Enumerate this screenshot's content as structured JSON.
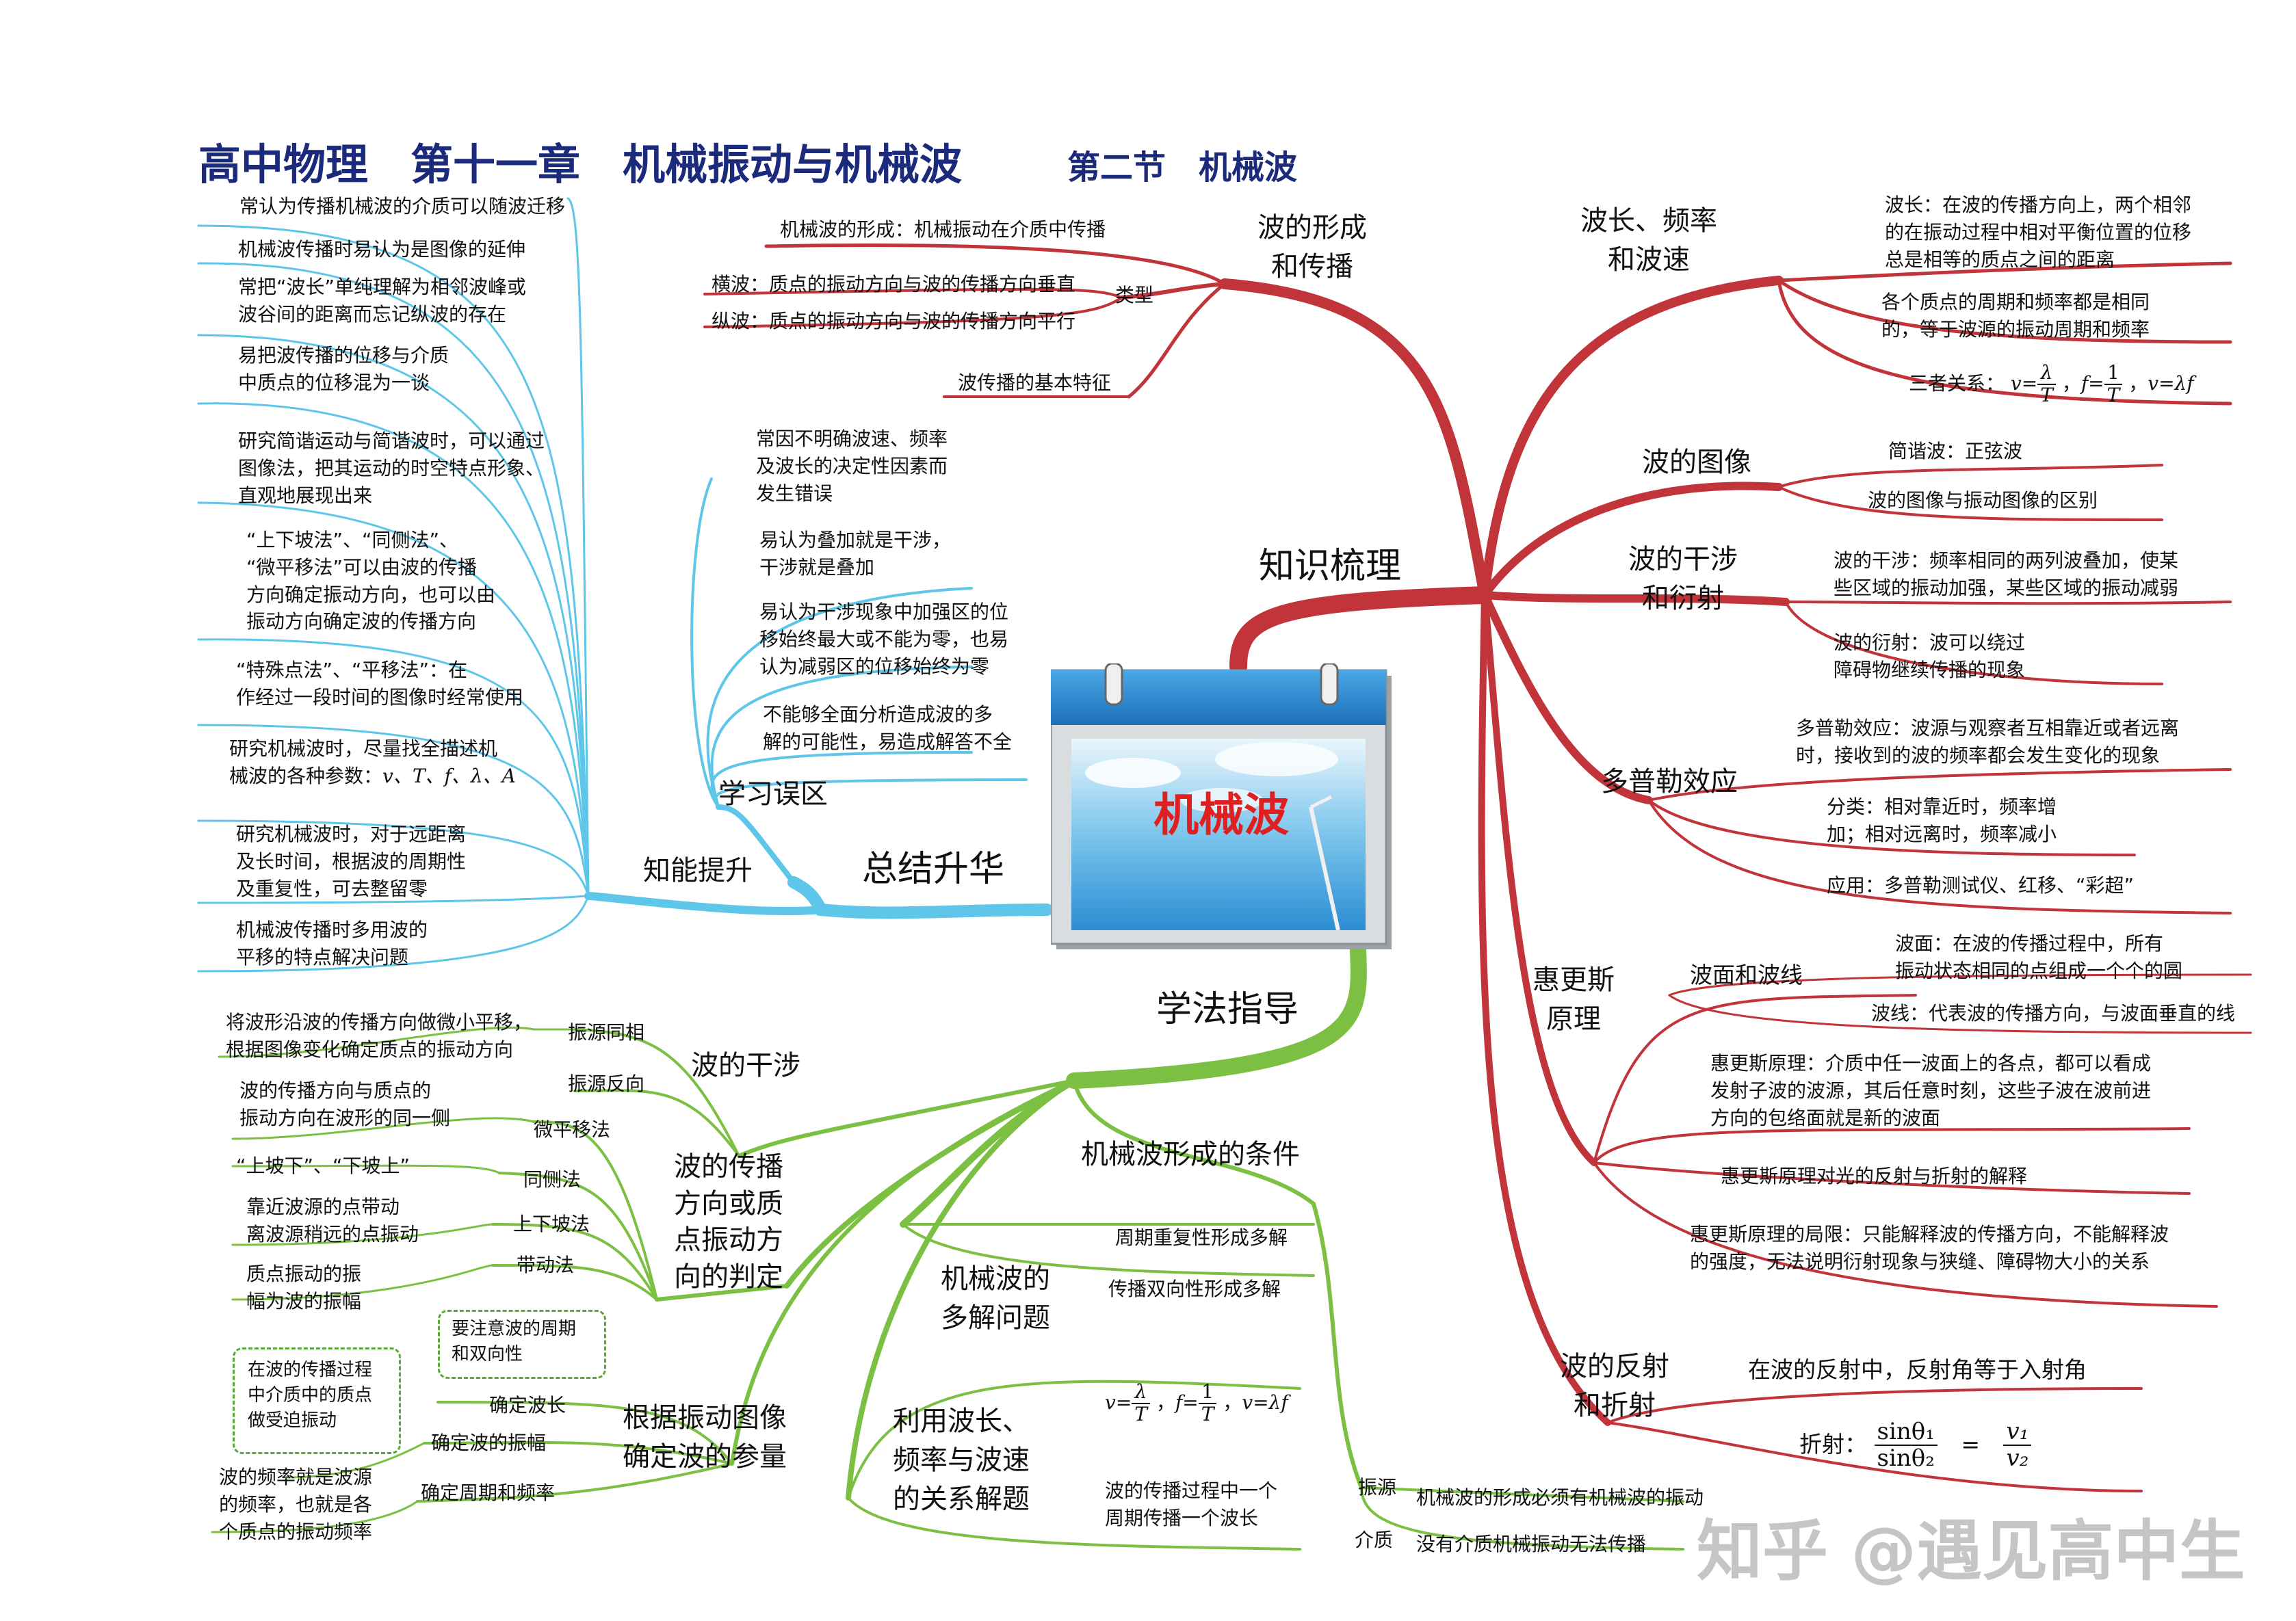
{
  "title": {
    "main": "高中物理　第十一章　机械振动与机械波",
    "section": "第二节　机械波"
  },
  "center": {
    "label": "机械波"
  },
  "hubs": {
    "knowledge": "知识梳理",
    "method": "学法指导",
    "summary": "总结升华"
  },
  "knowledge": {
    "formation": {
      "label": "波的形成\n和传播",
      "formation_item": "机械波的形成：机械振动在介质中传播",
      "type_label": "类型",
      "transverse": "横波：质点的振动方向与波的传播方向垂直",
      "longitudinal": "纵波：质点的振动方向与波的传播方向平行",
      "basic": "波传播的基本特征"
    },
    "wavelength": {
      "label": "波长、频率\n和波速",
      "def": "波长：在波的传播方向上，两个相邻\n的在振动过程中相对平衡位置的位移\n总是相等的质点之间的距离",
      "period": "各个质点的周期和频率都是相同\n的，等于波源的振动周期和频率",
      "relation_prefix": "三者关系："
    },
    "image": {
      "label": "波的图像",
      "simple": "简谐波：正弦波",
      "diff": "波的图像与振动图像的区别"
    },
    "interference": {
      "label": "波的干涉\n和衍射",
      "interf": "波的干涉：频率相同的两列波叠加，使某\n些区域的振动加强，某些区域的振动减弱",
      "diff": "波的衍射：波可以绕过\n障碍物继续传播的现象"
    },
    "doppler": {
      "label": "多普勒效应",
      "def": "多普勒效应：波源与观察者互相靠近或者远离\n时，接收到的波的频率都会发生变化的现象",
      "class": "分类：相对靠近时，频率增\n加；相对远离时，频率减小",
      "app": "应用：多普勒测试仪、红移、“彩超”"
    },
    "huygens": {
      "label": "惠更斯\n原理",
      "surface_label": "波面和波线",
      "surface": "波面：在波的传播过程中，所有\n振动状态相同的点组成一个个的圆",
      "ray": "波线：代表波的传播方向，与波面垂直的线",
      "principle": "惠更斯原理：介质中任一波面上的各点，都可以看成\n发射子波的波源，其后任意时刻，这些子波在波前进\n方向的包络面就是新的波面",
      "explain": "惠更斯原理对光的反射与折射的解释",
      "limit": "惠更斯原理的局限：只能解释波的传播方向，不能解释波\n的强度，无法说明衍射现象与狭缝、障碍物大小的关系"
    },
    "reflection": {
      "label": "波的反射\n和折射",
      "reflect": "在波的反射中，反射角等于入射角",
      "refract_prefix": "折射："
    }
  },
  "method": {
    "conditions": {
      "label": "机械波形成的条件",
      "source_tag": "振源",
      "source": "机械波的形成必须有机械波的振动",
      "medium_tag": "介质",
      "medium": "没有介质机械振动无法传播"
    },
    "multi": {
      "label": "机械波的\n多解问题",
      "periodic": "周期重复性形成多解",
      "bidirectional": "传播双向性形成多解"
    },
    "relation": {
      "label": "利用波长、\n频率与波速\n的关系解题",
      "oneperiod": "波的传播过程中一个\n周期传播一个波长"
    },
    "vibration_image": {
      "label": "根据振动图像\n确定波的参量",
      "wavelength": "确定波长",
      "amplitude": "确定波的振幅",
      "freq": "确定周期和频率",
      "note_period": "要注意波的周期\n和双向性",
      "note_forced": "在波的传播过程\n中介质中的质点\n做受迫振动",
      "amp_desc": "质点振动的振\n幅为波的振幅",
      "freq_desc": "波的频率就是波源\n的频率，也就是各\n个质点的振动频率"
    },
    "direction": {
      "label": "波的传播\n方向或质\n点振动方\n向的判定",
      "shift": "微平移法",
      "same_side": "同侧法",
      "slope": "上下坡法",
      "drive": "带动法",
      "shift_desc": "将波形沿波的传播方向做微小平移，\n根据图像变化确定质点的振动方向",
      "same_side_desc": "波的传播方向与质点的\n振动方向在波形的同一侧",
      "slope_desc": "“上坡下”、“下坡上”",
      "drive_desc": "靠近波源的点带动\n离波源稍远的点振动"
    },
    "interference": {
      "label": "波的干涉",
      "same": "振源同相",
      "opp": "振源反向"
    }
  },
  "summary": {
    "mistakes": {
      "label": "学习误区",
      "items": [
        "常因不明确波速、频率\n及波长的决定性因素而\n发生错误",
        "易认为叠加就是干涉，\n干涉就是叠加",
        "易认为干涉现象中加强区的位\n移始终最大或不能为零，也易\n认为减弱区的位移始终为零",
        "不能够全面分析造成波的多\n解的可能性，易造成解答不全"
      ]
    },
    "ability": {
      "label": "知能提升",
      "items": [
        "常认为传播机械波的介质可以随波迁移",
        "机械波传播时易认为是图像的延伸",
        "常把“波长”单纯理解为相邻波峰或\n波谷间的距离而忘记纵波的存在",
        "易把波传播的位移与介质\n中质点的位移混为一谈",
        "研究简谐运动与简谐波时，可以通过\n图像法，把其运动的时空特点形象、\n直观地展现出来",
        "“上下坡法”、“同侧法”、\n“微平移法”可以由波的传播\n方向确定振动方向，也可以由\n振动方向确定波的传播方向",
        "“特殊点法”、“平移法”：在\n作经过一段时间的图像时经常使用",
        "研究机械波时，尽量找全描述机\n械波的各种参数：",
        "研究机械波时，对于远距离\n及长时间，根据波的周期性\n及重复性，可去整留零",
        "机械波传播时多用波的\n平移的特点解决问题"
      ],
      "params": "v、T、f、λ、A"
    }
  },
  "formula": {
    "v_eq": "v=",
    "lambda": "λ",
    "T": "T",
    "f_eq": "f=",
    "one": "1",
    "v_lf": "v=λf",
    "sin1": "sinθ₁",
    "sin2": "sinθ₂",
    "v1": "v₁",
    "v2": "v₂"
  },
  "watermark": "知乎 @遇见高中生",
  "colors": {
    "red": "#c0343a",
    "blue": "#5ec6e8",
    "green": "#7cc043",
    "title": "#1b2a7a"
  }
}
